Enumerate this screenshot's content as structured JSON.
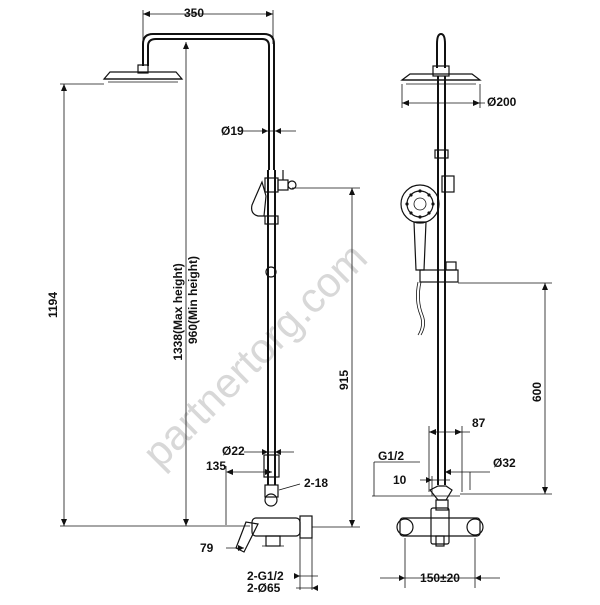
{
  "watermark": "partnertorg.com",
  "dims": {
    "w350": "350",
    "d19": "Ø19",
    "h1194": "1194",
    "hmax": "1338(Max height)",
    "hmin": "960(Min height)",
    "h915": "915",
    "d22": "Ø22",
    "w135": "135",
    "t218": "2-18",
    "w79": "79",
    "g12a": "2-G1/2",
    "d65": "2-Ø65",
    "d200": "Ø200",
    "h600": "600",
    "w87": "87",
    "g12b": "G1/2",
    "d32": "Ø32",
    "w10": "10",
    "w150": "150±20"
  }
}
